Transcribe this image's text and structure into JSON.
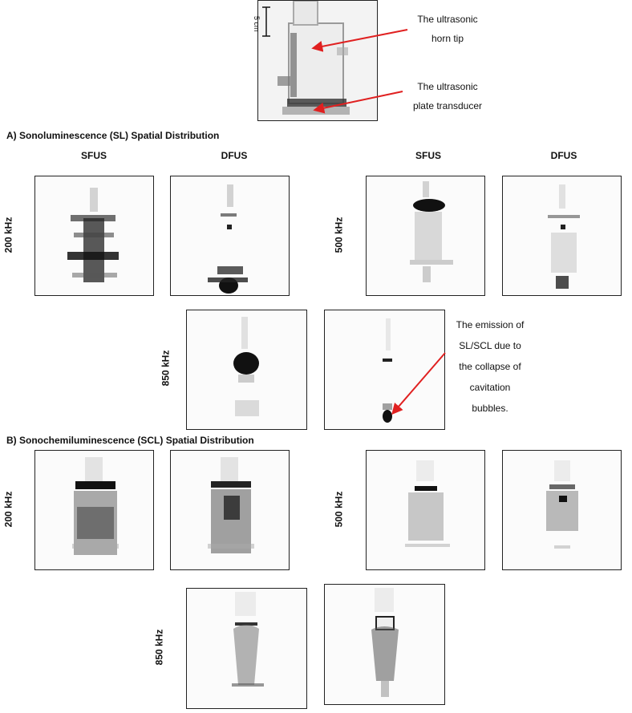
{
  "header": {
    "scale_label": "5 cm",
    "horn_label_line1": "The ultrasonic",
    "horn_label_line2": "horn tip",
    "plate_label_line1": "The ultrasonic",
    "plate_label_line2": "plate transducer"
  },
  "section_a": {
    "title": "A) Sonoluminescence (SL) Spatial Distribution",
    "col_sfus_left": "SFUS",
    "col_dfus_left": "DFUS",
    "col_sfus_right": "SFUS",
    "col_dfus_right": "DFUS",
    "row_200": "200 kHz",
    "row_500": "500 kHz",
    "row_850": "850 kHz",
    "annotation": [
      "The emission of",
      "SL/SCL due to",
      "the collapse of",
      "cavitation",
      "bubbles."
    ]
  },
  "section_b": {
    "title": "B) Sonochemiluminescence (SCL) Spatial Distribution",
    "row_200": "200 kHz",
    "row_500": "500 kHz",
    "row_850": "850 kHz"
  },
  "colors": {
    "arrow": "#e02020",
    "frame": "#222222"
  }
}
